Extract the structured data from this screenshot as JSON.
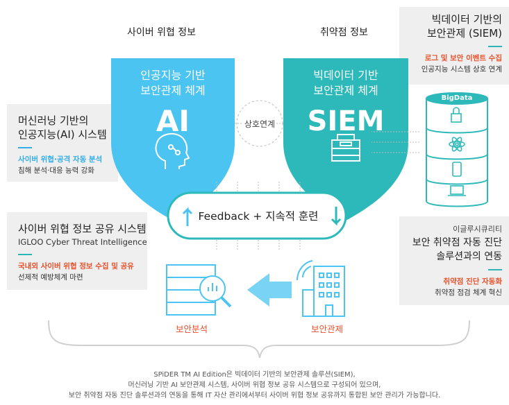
{
  "top_labels": {
    "threat_info": "사이버 위협 정보",
    "vuln_info": "취약점 정보"
  },
  "ai_shield": {
    "line1": "인공지능 기반",
    "line2": "보안관제 체계",
    "big": "AI",
    "color": "#4cc4f2"
  },
  "siem_shield": {
    "line1": "빅데이터 기반",
    "line2": "보안관제 체계",
    "big": "SIEM",
    "color": "#2db9b9"
  },
  "link_label": "상호연계",
  "top_right_box": {
    "title1": "빅데이터 기반의",
    "title2": "보안관제 (SIEM)",
    "highlight": "로그 및 보안 이벤트 수집",
    "sub": "인공지능 시스템 상호 연계"
  },
  "left_ml_box": {
    "title1": "머신러닝 기반의",
    "title2": "인공지능(AI) 시스템",
    "highlight": "사이버 위협·공격 자동 분석",
    "sub": "침해 분석·대응 능력 강화"
  },
  "left_share_box": {
    "title": "사이버 위협 정보 공유 시스템",
    "subtitle": "IGLOO Cyber Threat Intelligence",
    "highlight": "국내외 사이버 위협 정보 수집 및 공유",
    "sub": "선제적 예방체계 마련"
  },
  "right_vuln_box": {
    "company": "이글루시큐리티",
    "title1": "보안 취약점 자동 진단",
    "title2": "솔루션과의 연동",
    "highlight": "취약점 진단 자동화",
    "sub": "취약점 점검 체계 혁신"
  },
  "feedback_label": "Feedback + 지속적 훈련",
  "bigdata_label": "BigData",
  "icons": {
    "analysis_label": "보안분석",
    "monitoring_label": "보안관제"
  },
  "caption": {
    "line1": "SPiDER TM AI Edition은 빅데이터 기반의 보안관제 솔루션(SIEM),",
    "line2": "머신러닝 기반 AI 보안관제 시스템, 사이버 위협 정보 공유 시스템으로 구성되어 있으며,",
    "line3": "보안 취약점 자동 진단 솔루션과의 연동을 통해 IT 자산 관리에서부터 사이버 위협 정보 공유까지 통합된 보안 관리가 가능합니다."
  },
  "colors": {
    "teal": "#2db9b9",
    "blue": "#4cc4f2",
    "orange": "#e8502a",
    "box": "#efefef"
  }
}
